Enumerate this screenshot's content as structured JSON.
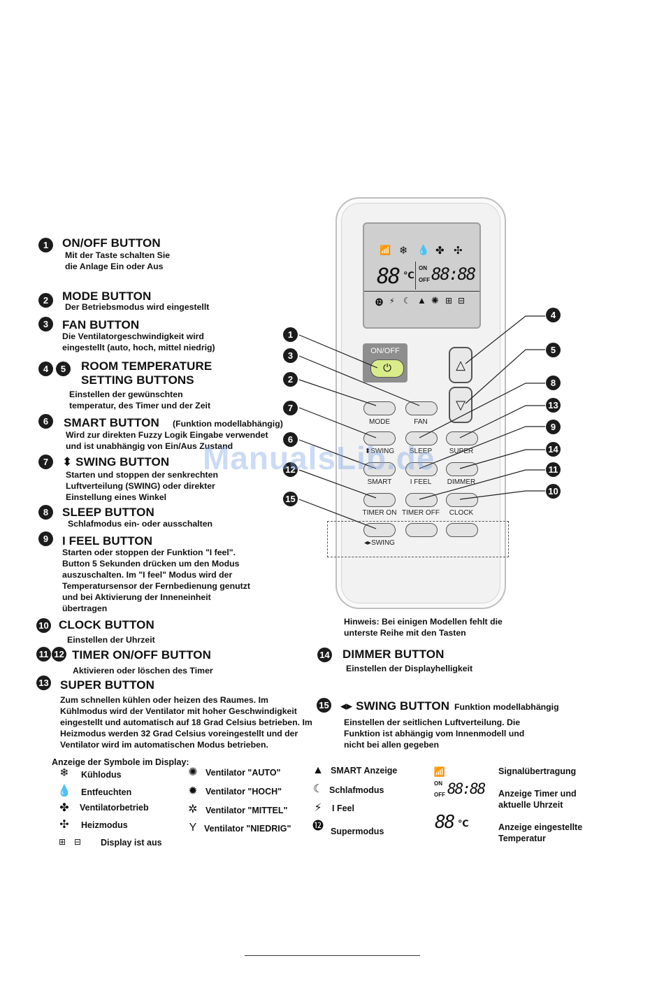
{
  "sections": {
    "s1": {
      "num": "1",
      "heading": "ON/OFF BUTTON",
      "lines": [
        "Mit der Taste schalten Sie",
        "die Anlage Ein oder Aus"
      ]
    },
    "s2": {
      "num": "2",
      "heading": "MODE BUTTON",
      "lines": [
        "Der Betriebsmodus wird eingestellt"
      ]
    },
    "s3": {
      "num": "3",
      "heading": "FAN BUTTON",
      "lines": [
        "Die Ventilatorgeschwindigkeit wird",
        "eingestellt (auto, hoch, mittel niedrig)"
      ]
    },
    "s45": {
      "num_a": "4",
      "num_b": "5",
      "heading_1": "ROOM TEMPERATURE",
      "heading_2": "SETTING BUTTONS",
      "lines": [
        "Einstellen der gewünschten",
        "temperatur, des Timer und der Zeit"
      ]
    },
    "s6": {
      "num": "6",
      "heading": "SMART BUTTON",
      "note": "(Funktion modellabhängig)",
      "lines": [
        "Wird zur direkten Fuzzy Logik Eingabe verwendet",
        "und ist unabhängig von Ein/Aus Zustand"
      ]
    },
    "s7": {
      "num": "7",
      "heading": "⬍ SWING BUTTON",
      "lines": [
        "Starten und stoppen der senkrechten",
        "Luftverteilung (SWING) oder direkter",
        "Einstellung eines Winkel"
      ]
    },
    "s8": {
      "num": "8",
      "heading": "SLEEP BUTTON",
      "lines": [
        "Schlafmodus ein- oder ausschalten"
      ]
    },
    "s9": {
      "num": "9",
      "heading": "I FEEL BUTTON",
      "lines": [
        "Starten oder stoppen der Funktion \"I feel\".",
        "Button 5 Sekunden drücken um den Modus",
        "auszuschalten. Im \"I feel\" Modus wird der",
        "Temperatursensor der Fernbedienung genutzt",
        "und bei Aktivierung der Inneneinheit",
        "übertragen"
      ]
    },
    "s10": {
      "num": "10",
      "heading": "CLOCK BUTTON",
      "lines": [
        "Einstellen der Uhrzeit"
      ]
    },
    "s1112": {
      "num_a": "11",
      "num_b": "12",
      "heading": "TIMER ON/OFF BUTTON",
      "lines": [
        "Aktivieren oder löschen des Timer"
      ]
    },
    "s13": {
      "num": "13",
      "heading": "SUPER BUTTON",
      "lines": [
        "Zum schnellen kühlen oder heizen des Raumes. Im",
        "Kühlmodus wird der Ventilator mit hoher Geschwindigkeit",
        "eingestellt und automatisch auf 18 Grad Celsius betrieben. Im",
        "Heizmodus werden 32 Grad Celsius voreingestellt und der",
        "Ventilator wird im automatischen Modus betrieben."
      ]
    },
    "s14": {
      "num": "14",
      "heading": "DIMMER BUTTON",
      "lines": [
        "Einstellen der Displayhelligkeit"
      ]
    },
    "s15": {
      "num": "15",
      "heading": "◂▸ SWING BUTTON",
      "note": "Funktion modellabhängig",
      "lines": [
        "Einstellen der seitlichen Luftverteilung. Die",
        "Funktion ist abhängig vom Innenmodell und",
        "nicht bei allen gegeben"
      ]
    }
  },
  "hint": {
    "lines": [
      "Hinweis: Bei einigen Modellen fehlt die",
      "unterste Reihe mit den Tasten"
    ]
  },
  "remote": {
    "onoff_label": "ON/OFF",
    "lcd_temp": "88",
    "lcd_unit": "℃",
    "lcd_on": "ON",
    "lcd_off": "OFF",
    "lcd_time": "88:88",
    "buttons": {
      "mode": "MODE",
      "fan": "FAN",
      "swing_v": "⬍SWING",
      "sleep": "SLEEP",
      "super": "SUPER",
      "smart": "SMART",
      "ifeel": "I FEEL",
      "dimmer": "DIMMER",
      "timer_on": "TIMER ON",
      "timer_off": "TIMER OFF",
      "clock": "CLOCK",
      "swing_h": "◂▸SWING"
    },
    "callouts": [
      "1",
      "3",
      "2",
      "7",
      "6",
      "12",
      "15",
      "4",
      "5",
      "8",
      "13",
      "9",
      "14",
      "11",
      "10"
    ]
  },
  "watermark": "ManualsLib.de",
  "legend": {
    "title": "Anzeige der Symbole im Display:",
    "col1": [
      "Kühlodus",
      "Entfeuchten",
      "Ventilatorbetrieb",
      "Heizmodus",
      "Display ist aus"
    ],
    "col2": [
      "Ventilator \"AUTO\"",
      "Ventilator \"HOCH\"",
      "Ventilator \"MITTEL\"",
      "Ventilator \"NIEDRIG\""
    ],
    "col3": [
      "SMART Anzeige",
      "Schlafmodus",
      "I Feel",
      "Supermodus"
    ],
    "col4": [
      "Signalübertragung",
      "Anzeige Timer und",
      "aktuelle Uhrzeit",
      "Anzeige eingestellte",
      "Temperatur"
    ],
    "icon_on": "ON",
    "icon_off": "OFF",
    "icon_time": "88:88",
    "icon_temp": "88",
    "icon_unit": "℃"
  }
}
